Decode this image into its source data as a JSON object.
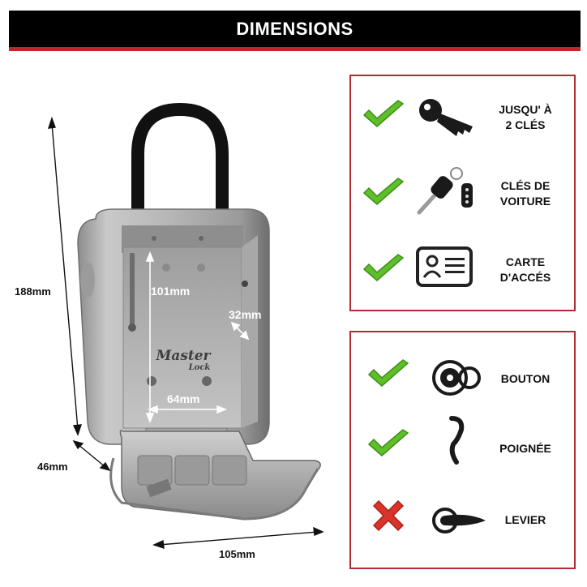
{
  "header": {
    "title": "DIMENSIONS"
  },
  "dimensions": {
    "height": "188mm",
    "depth": "46mm",
    "width": "105mm",
    "inner_height": "101mm",
    "inner_depth": "32mm",
    "inner_width": "64mm"
  },
  "brand": {
    "line1": "Master",
    "line2": "Lock"
  },
  "features": [
    {
      "status": "yes",
      "icon": "key-icon",
      "line1": "JUSQU' À",
      "line2": "2 CLÉS"
    },
    {
      "status": "yes",
      "icon": "car-key-icon",
      "line1": "CLÉS DE",
      "line2": "VOITURE"
    },
    {
      "status": "yes",
      "icon": "id-card-icon",
      "line1": "CARTE",
      "line2": "D'ACCÉS"
    }
  ],
  "mounting": [
    {
      "status": "yes",
      "icon": "door-knob-icon",
      "label": "BOUTON"
    },
    {
      "status": "yes",
      "icon": "door-handle-icon",
      "label": "POIGNÉE"
    },
    {
      "status": "no",
      "icon": "lever-handle-icon",
      "label": "LEVIER"
    }
  ],
  "colors": {
    "header_bg": "#000000",
    "header_accent": "#c8232c",
    "panel_border": "#b22a33",
    "check_green": "#5fbf2a",
    "cross_red": "#d8342a",
    "lock_gray": "#a6a6a6"
  }
}
